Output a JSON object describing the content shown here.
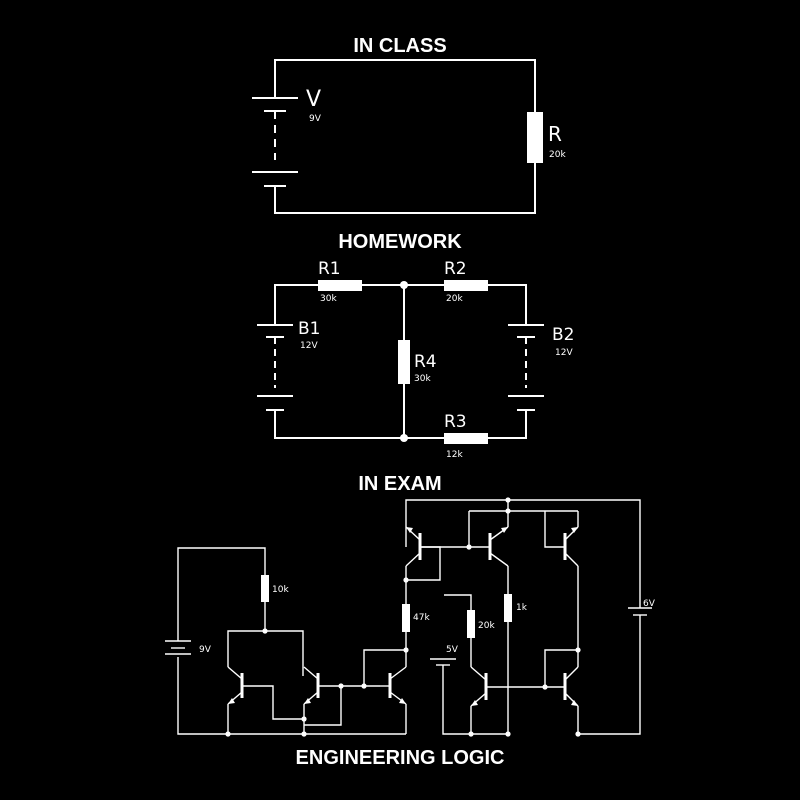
{
  "headings": {
    "in_class": "IN CLASS",
    "homework": "HOMEWORK",
    "in_exam": "IN EXAM",
    "engineering_logic": "ENGINEERING LOGIC"
  },
  "in_class": {
    "battery": {
      "name": "V",
      "value": "9V"
    },
    "resistor": {
      "name": "R",
      "value": "20k"
    }
  },
  "homework": {
    "r1": {
      "name": "R1",
      "value": "30k"
    },
    "r2": {
      "name": "R2",
      "value": "20k"
    },
    "r3": {
      "name": "R3",
      "value": "12k"
    },
    "r4": {
      "name": "R4",
      "value": "30k"
    },
    "b1": {
      "name": "B1",
      "value": "12V"
    },
    "b2": {
      "name": "B2",
      "value": "12V"
    }
  },
  "in_exam": {
    "battery_9v": "9V",
    "resistor_10k": "10k",
    "resistor_47k": "47k",
    "resistor_20k": "20k",
    "resistor_1k": "1k",
    "battery_5v": "5V",
    "battery_6v": "6V"
  },
  "colors": {
    "background": "#000000",
    "foreground": "#ffffff"
  }
}
